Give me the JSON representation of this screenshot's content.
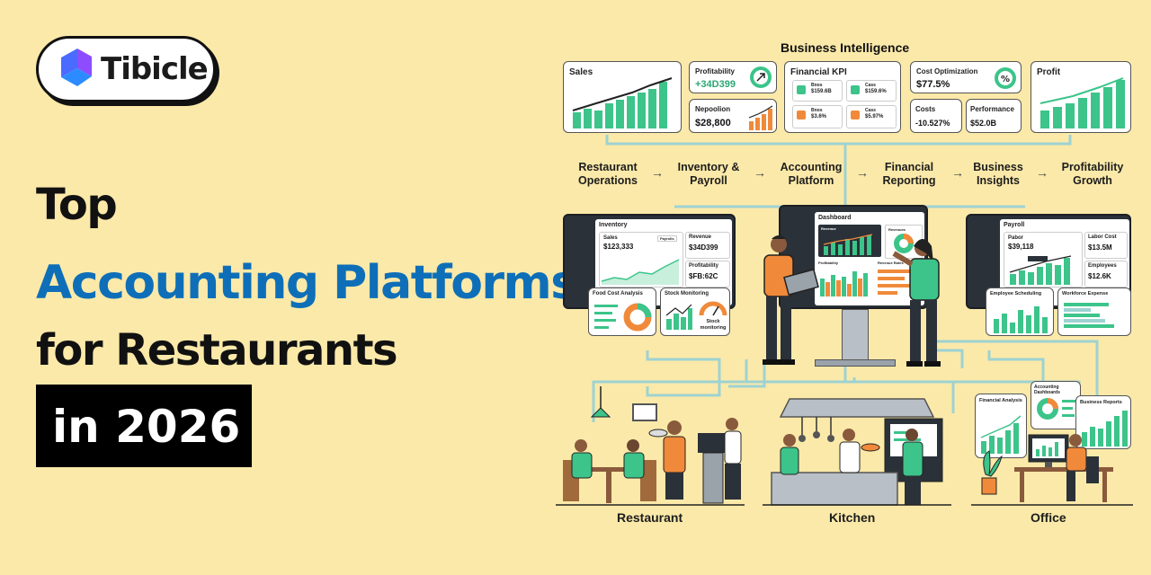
{
  "logo": {
    "name": "Tibicle"
  },
  "headline": {
    "line1": "Top",
    "line2": "Accounting Platforms",
    "line3": "for Restaurants",
    "line4": "in 2026"
  },
  "bi": {
    "title": "Business Intelligence",
    "sales": "Sales",
    "profitability": "Profitability",
    "profitability_value": "+34D399",
    "nepoolion": "Nepoolion",
    "nepoolion_value": "$28,800",
    "financial_kpi": "Financial KPI",
    "kpi": [
      {
        "label": "Bnos",
        "value": "$159.6B"
      },
      {
        "label": "Cass",
        "value": "$159.6%"
      },
      {
        "label": "Bnos",
        "value": "$3.6%"
      },
      {
        "label": "Cass",
        "value": "$5.97%"
      }
    ],
    "cost_opt": "Cost Optimization",
    "cost_opt_value": "$77.5%",
    "costs": "Costs",
    "costs_value": "-10.527%",
    "performance": "Performance",
    "performance_value": "$52.0B",
    "profit": "Profit"
  },
  "flow": [
    "Restaurant\nOperations",
    "Inventory &\nPayroll",
    "Accounting\nPlatform",
    "Financial\nReporting",
    "Business\nInsights",
    "Profitability\nGrowth"
  ],
  "inventory": {
    "title": "Inventory",
    "sales": "Sales",
    "sales_value": "$123,333",
    "tag": "Payrolls",
    "revenue": "Revenue",
    "revenue_value": "$34D399",
    "profitability": "Profitability",
    "profitability_value": "$FB:62C",
    "food_cost": "Food Cost Analysis",
    "stock": "Stock Monitoring",
    "stock_label": "Stock monitoring"
  },
  "dashboard": {
    "title": "Dashboard",
    "sub1": "Revenue",
    "sub2": "Revenues",
    "sub3": "Profitability",
    "sub4": "Revenue Rates"
  },
  "payroll": {
    "title": "Payroll",
    "pabor": "Pabor",
    "pabor_value": "$39,118",
    "labor": "Labor Cost",
    "labor_value": "$13.5M",
    "employees": "Employees",
    "employees_value": "$12.6K",
    "scheduling": "Employee Scheduling",
    "workforce": "Workforce Expense"
  },
  "office_panels": {
    "fin": "Financial Analysis",
    "acc": "Accounting Dashboards",
    "rep": "Business Reports"
  },
  "zones": {
    "restaurant": "Restaurant",
    "kitchen": "Kitchen",
    "office": "Office"
  },
  "colors": {
    "bg": "#fbe9a9",
    "green": "#3cc48a",
    "orange": "#f08a3a",
    "blue": "#0e6fb8",
    "teal": "#9ed2d2"
  }
}
